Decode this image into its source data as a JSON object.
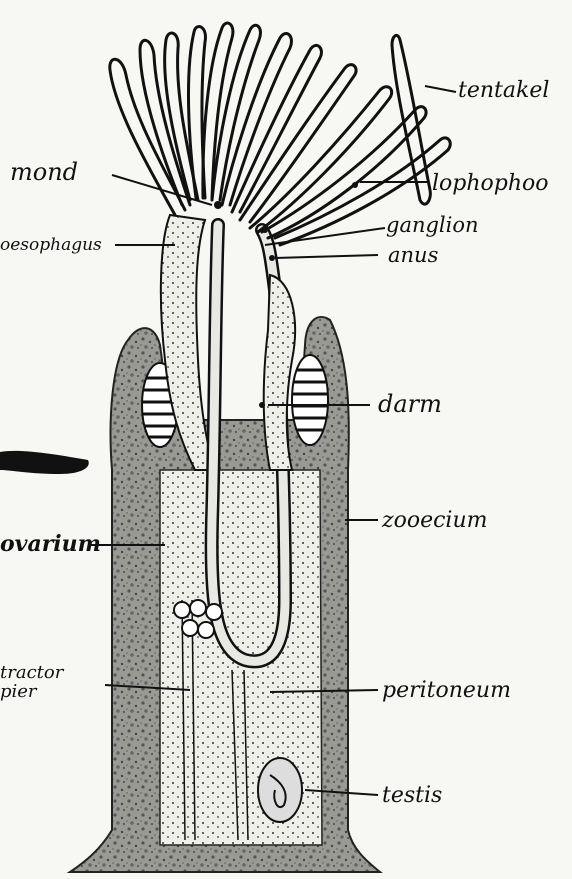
{
  "labels": {
    "tentakel": "tentakel",
    "lophophoo": "lophophoo",
    "mond": "mond",
    "ganglion": "ganglion",
    "oesophagus": "oesophagus",
    "anus": "anus",
    "darm": "darm",
    "zooecium": "zooecium",
    "ovarium": "ovarium",
    "retractor_1": "tractor",
    "retractor_2": "pier",
    "peritoneum": "peritoneum",
    "testis": "testis"
  },
  "colors": {
    "ink": "#111111",
    "paper": "#f7f7f4",
    "body_wall": "#8a8a86",
    "gut": "#e9e9e4"
  }
}
